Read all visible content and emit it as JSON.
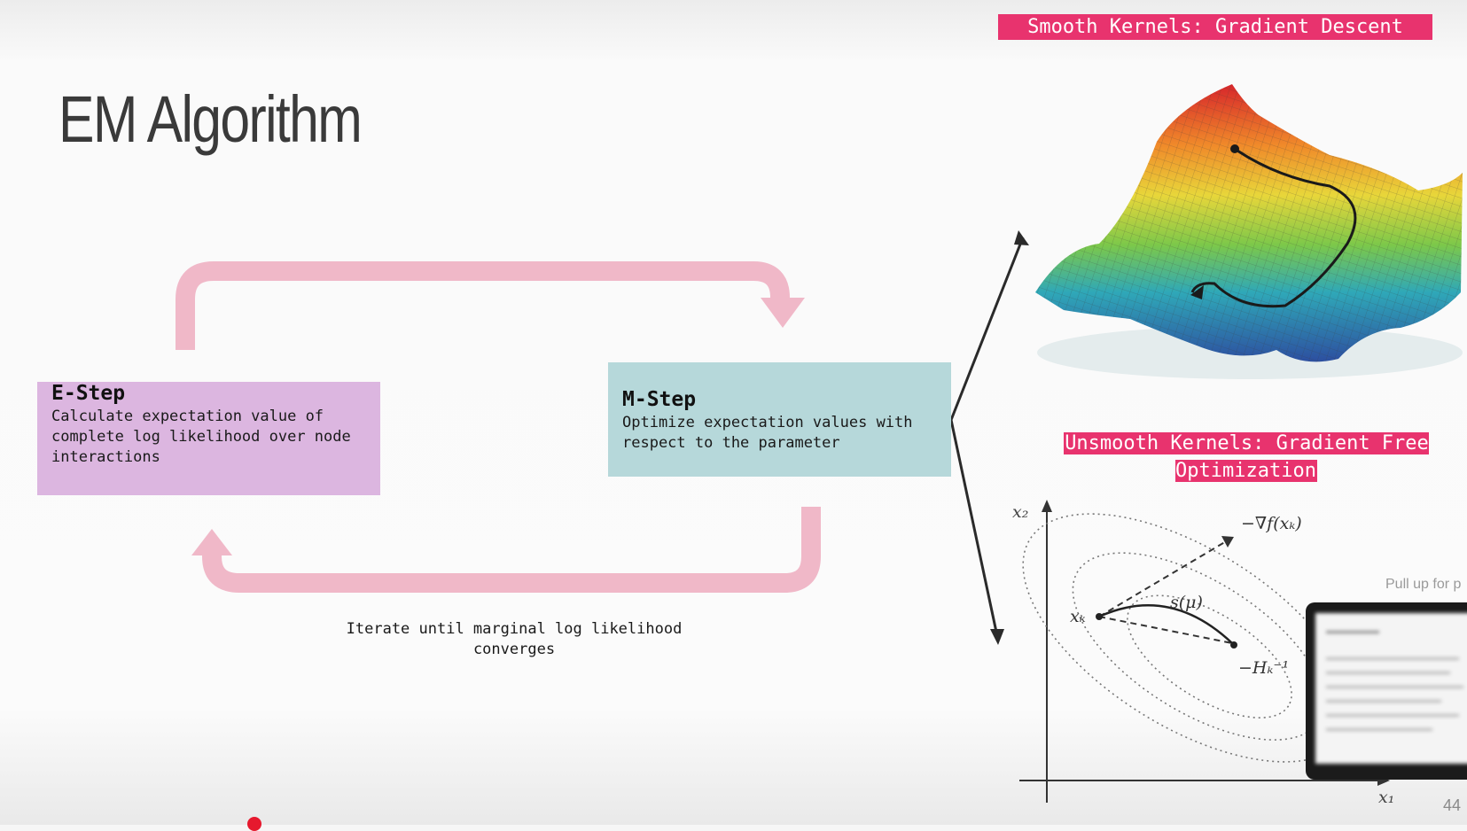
{
  "slide": {
    "title": "EM Algorithm",
    "e_step": {
      "heading": "E-Step",
      "body": "Calculate expectation value of complete log likelihood over node interactions"
    },
    "m_step": {
      "heading": "M-Step",
      "body": "Optimize expectation values with respect to the parameter"
    },
    "cycle_caption": "Iterate until marginal log likelihood converges",
    "smooth_label": "Smooth Kernels: Gradient Descent",
    "unsmooth_label": "Unsmooth Kernels: Gradient Free Optimization",
    "contour_plot": {
      "y_axis": "x₂",
      "x_axis": "x₁",
      "point_label": "xₖ",
      "gradient_label": "−∇f(xₖ)",
      "newton_label": "−Hₖ⁻¹",
      "path_label": "s(μ)"
    },
    "colors": {
      "estep": "#dcb6e0",
      "mstep": "#b6d8da",
      "arrow": "#f0b8c8",
      "tag": "#e8336e"
    }
  },
  "overlay": {
    "pull_up_text": "Pull up for p",
    "page_number": "44"
  }
}
